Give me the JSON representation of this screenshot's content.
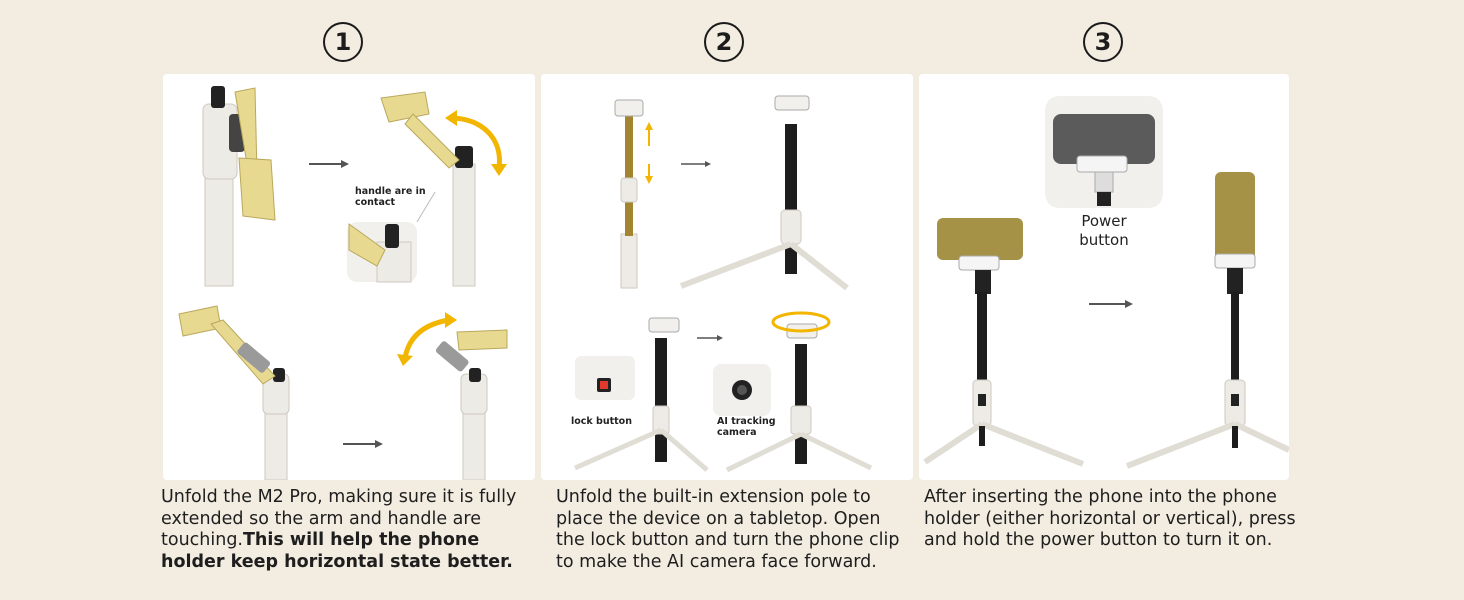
{
  "steps": [
    {
      "number": "1",
      "labels": {
        "handle": "handle are in contact"
      },
      "caption_plain": "Unfold the M2 Pro, making sure it is fully extended so the arm and handle are touching.",
      "caption_bold": "This will help the phone holder keep horizontal state better."
    },
    {
      "number": "2",
      "labels": {
        "lock": "lock button",
        "ai": "AI tracking camera"
      },
      "caption_plain": "Unfold the built-in extension pole to place the device on a tabletop. Open the lock button and turn the phone clip to make the AI camera face forward.",
      "caption_bold": ""
    },
    {
      "number": "3",
      "labels": {
        "power": "Power button"
      },
      "caption_plain": "After inserting the phone into the phone holder (either horizontal or vertical), press and hold the power button to turn it on.",
      "caption_bold": ""
    }
  ],
  "colors": {
    "background": "#f3ede1",
    "panel": "#ffffff",
    "pole_white": "#ecebe6",
    "pole_black": "#1d1d1d",
    "handle_yellow": "#e8d991",
    "arrow_yellow": "#f2b600",
    "phone_olive": "#a69246",
    "phone_gray": "#5b5b5b"
  }
}
